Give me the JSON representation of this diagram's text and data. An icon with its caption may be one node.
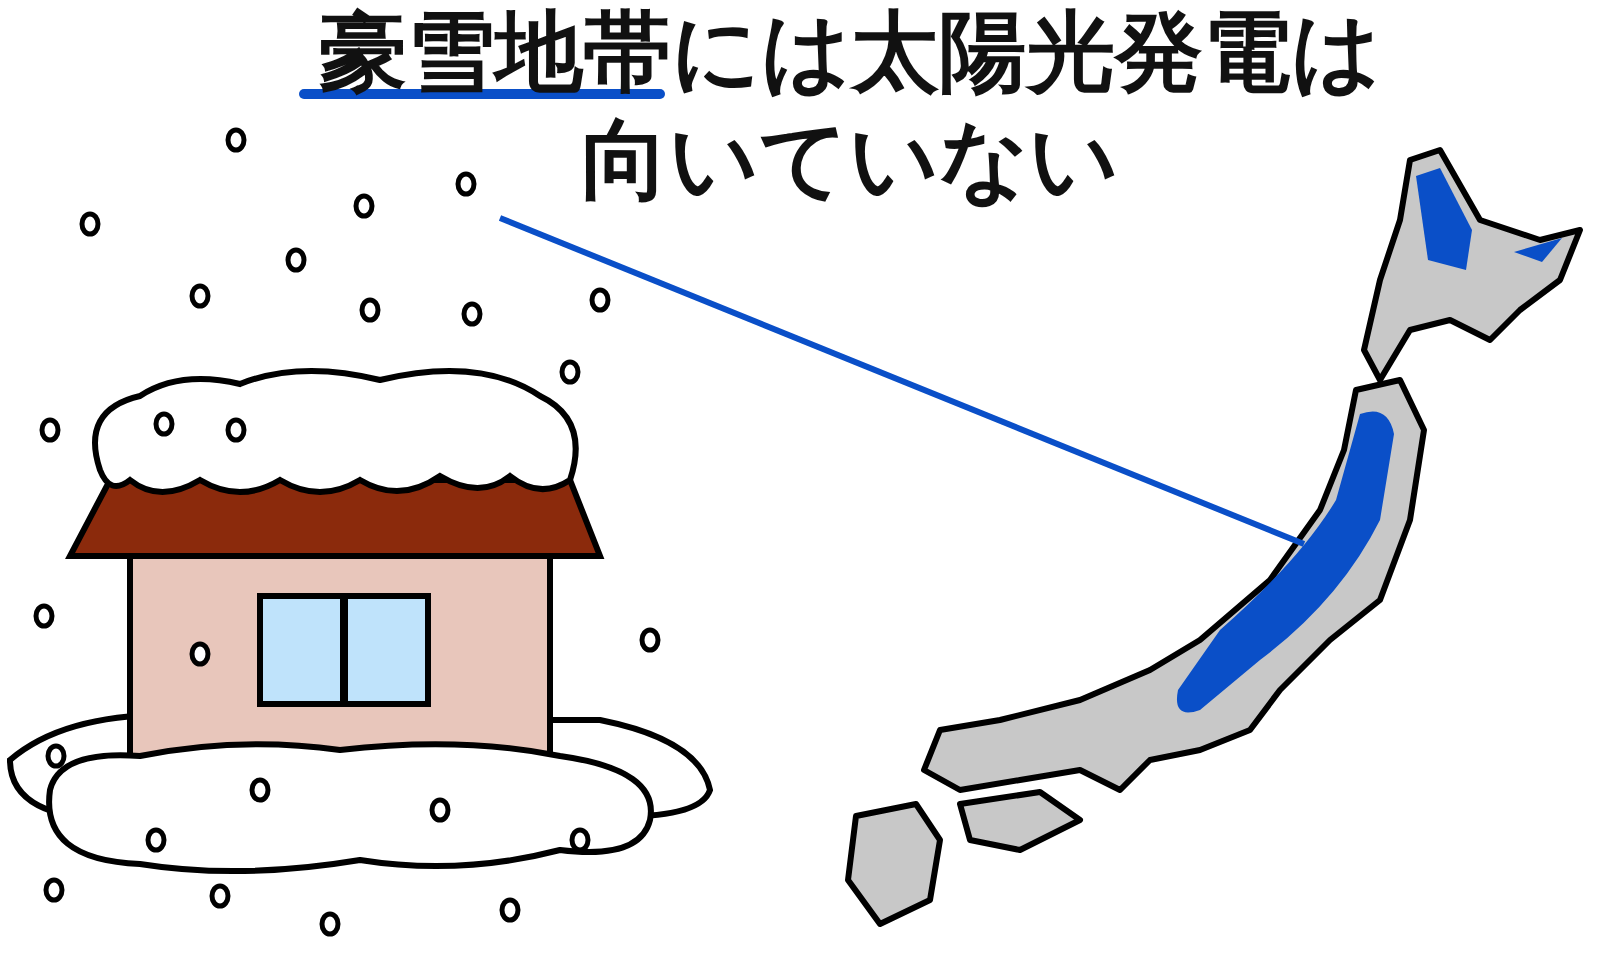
{
  "diagram": {
    "nodes": [
      {
        "text": [
          "豪雪地帯には太陽光発電は向いていない"
        ]
      },
      {
        "text": [],
        "shape": "picture"
      }
    ],
    "edges": [
      {
        "from": 0,
        "to": 1,
        "arrow": "none",
        "color": "#0a4fc8"
      }
    ]
  }
}
